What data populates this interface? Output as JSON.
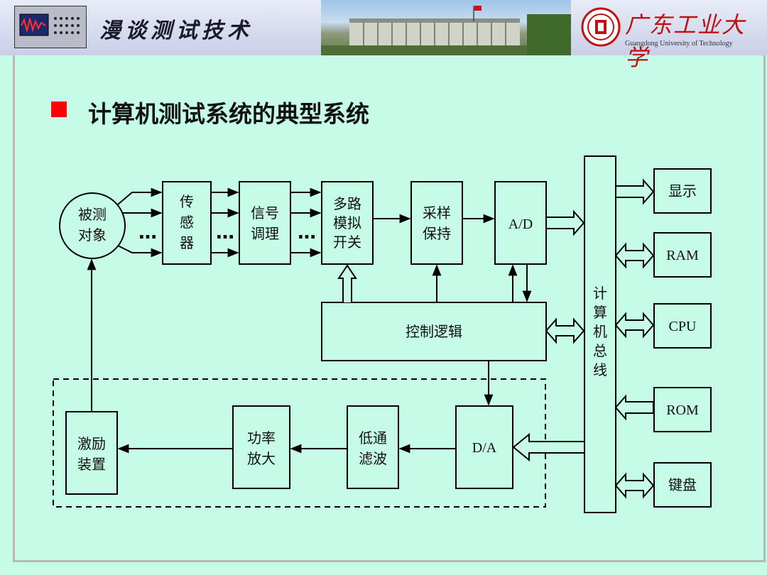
{
  "header": {
    "title": "漫谈测试技术",
    "campus_caption": "",
    "university_cn": "广东工业大学",
    "university_en": "Guangdong University of Technology"
  },
  "slide": {
    "title": "计算机测试系统的典型系统"
  },
  "diagram": {
    "object": "被测对象",
    "sensor": "传感器",
    "conditioning": "信号调理",
    "mux": "多路模拟开关",
    "sample_hold": "采样保持",
    "adc": "A/D",
    "control": "控制逻辑",
    "bus": "计算机总线",
    "display": "显示",
    "ram": "RAM",
    "cpu": "CPU",
    "rom": "ROM",
    "keyboard": "键盘",
    "dac": "D/A",
    "lowpass": "低通滤波",
    "amplifier": "功率放大",
    "exciter": "激励装置",
    "ellipsis": "…"
  },
  "colors": {
    "background": "#c6fbe8",
    "bullet": "#ff0000",
    "university_red": "#c01010"
  }
}
